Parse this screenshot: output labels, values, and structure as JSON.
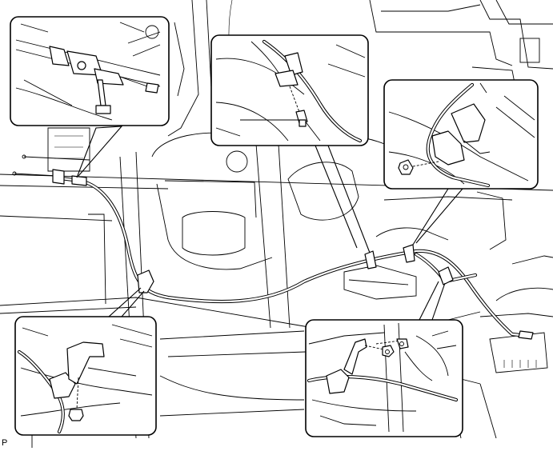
{
  "figure": {
    "id_label": "P"
  },
  "callouts": [
    {
      "name": "detail-cable-equalizer-bolt"
    },
    {
      "name": "detail-clamp-bolt-front"
    },
    {
      "name": "detail-clamp-nut-rear"
    },
    {
      "name": "detail-clamp-bolt-center"
    },
    {
      "name": "detail-clamp-nuts-right"
    }
  ]
}
